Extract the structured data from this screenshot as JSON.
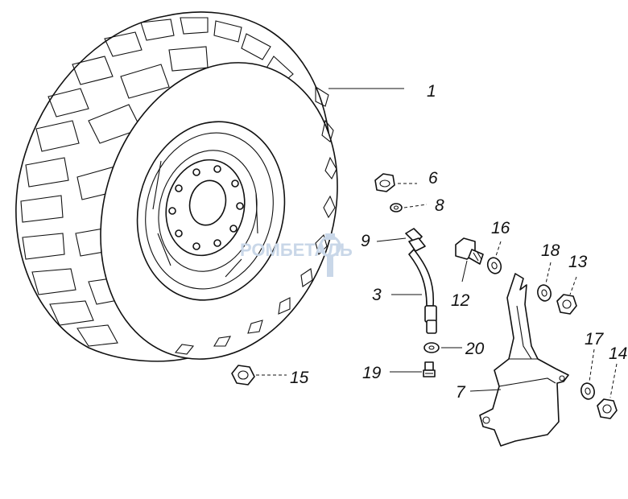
{
  "watermark": {
    "text": "РОМБЕТАЛЬ"
  },
  "callouts": [
    {
      "id": "c1",
      "label": "1"
    },
    {
      "id": "c3",
      "label": "3"
    },
    {
      "id": "c6",
      "label": "6"
    },
    {
      "id": "c7",
      "label": "7"
    },
    {
      "id": "c8",
      "label": "8"
    },
    {
      "id": "c9",
      "label": "9"
    },
    {
      "id": "c12",
      "label": "12"
    },
    {
      "id": "c13",
      "label": "13"
    },
    {
      "id": "c14",
      "label": "14"
    },
    {
      "id": "c15",
      "label": "15"
    },
    {
      "id": "c16",
      "label": "16"
    },
    {
      "id": "c17",
      "label": "17"
    },
    {
      "id": "c18",
      "label": "18"
    },
    {
      "id": "c19",
      "label": "19"
    },
    {
      "id": "c20",
      "label": "20"
    }
  ]
}
